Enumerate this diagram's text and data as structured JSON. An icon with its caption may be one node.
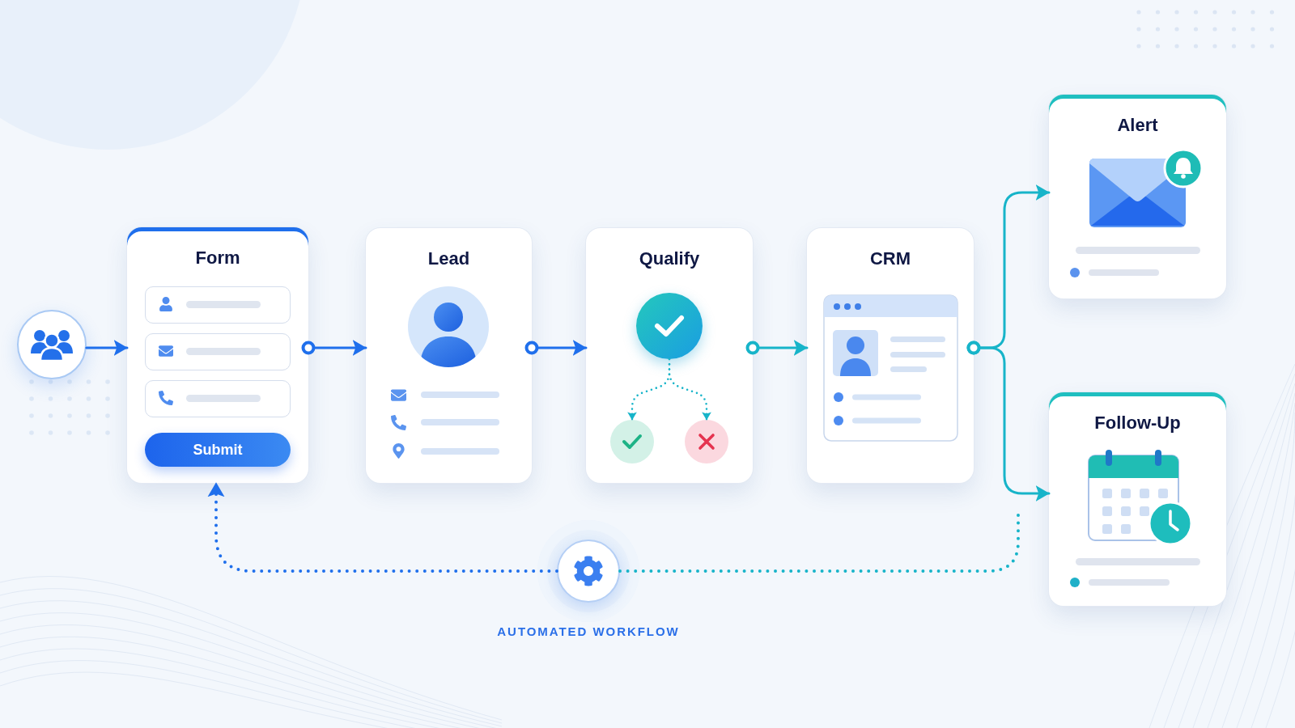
{
  "diagram": {
    "nodes": [
      {
        "text": [],
        "shape": "circle"
      },
      {
        "text": [
          "Form"
        ]
      },
      {
        "text": [
          "Submit"
        ],
        "in": 1
      },
      {
        "text": [
          "Lead"
        ]
      },
      {
        "text": [
          "Qualify"
        ]
      },
      {
        "text": [],
        "shape": "circle",
        "in": 4
      },
      {
        "text": [],
        "shape": "circle",
        "in": 4
      },
      {
        "text": [],
        "shape": "circle",
        "in": 4
      },
      {
        "text": [
          "CRM"
        ]
      },
      {
        "text": [
          "Alert"
        ]
      },
      {
        "text": [
          "Follow-Up"
        ]
      },
      {
        "text": [],
        "shape": "circle",
        "beside": [
          "AUTOMATED WORKFLOW"
        ]
      }
    ],
    "edges": [
      {
        "from": 0,
        "to": 1,
        "arrow": "to"
      },
      {
        "from": 1,
        "to": 3,
        "arrow": "to"
      },
      {
        "from": 3,
        "to": 4,
        "arrow": "to"
      },
      {
        "from": 4,
        "to": 8,
        "arrow": "to",
        "color": "#17b4c9"
      },
      {
        "from": 8,
        "to": 9,
        "arrow": "to",
        "color": "#17b4c9"
      },
      {
        "from": 8,
        "to": 10,
        "arrow": "to",
        "color": "#17b4c9"
      },
      {
        "from": 5,
        "to": 6,
        "arrow": "to",
        "style": "dashed",
        "color": "#17b4c9"
      },
      {
        "from": 5,
        "to": 7,
        "arrow": "to",
        "style": "dashed",
        "color": "#17b4c9"
      },
      {
        "from": 11,
        "to": 1,
        "arrow": "to",
        "style": "dashed"
      },
      {
        "from": 11,
        "to": null,
        "arrow": "none",
        "style": "dashed",
        "color": "#17b4c9"
      }
    ]
  }
}
